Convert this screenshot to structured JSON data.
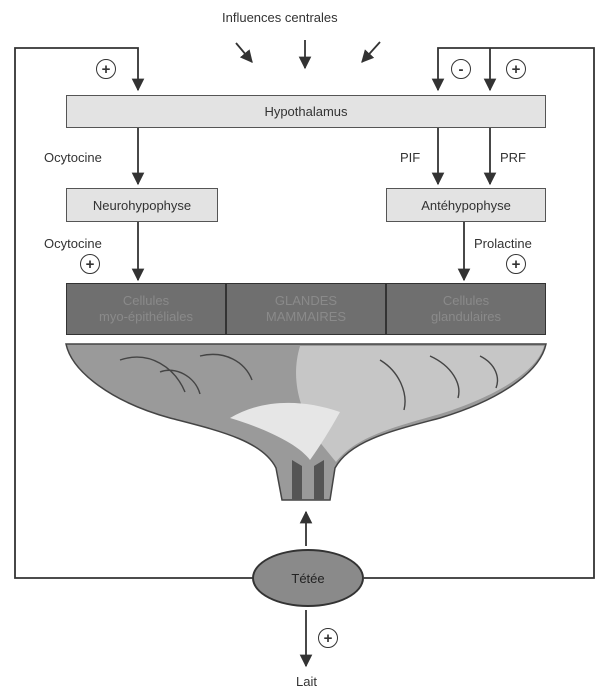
{
  "top_label": "Influences centrales",
  "hypothalamus": "Hypothalamus",
  "neurohypophyse": "Neurohypophyse",
  "antehypophyse": "Antéhypophyse",
  "ocytocine_1": "Ocytocine",
  "ocytocine_2": "Ocytocine",
  "pif": "PIF",
  "prf": "PRF",
  "prolactine": "Prolactine",
  "gland_left": "Cellules\nmyo-épithéliales",
  "gland_center": "GLANDES\nMAMMAIRES",
  "gland_right": "Cellules\nglandulaires",
  "tetee": "Tétée",
  "lait": "Lait",
  "plus_sign": "+",
  "minus_sign": "-"
}
